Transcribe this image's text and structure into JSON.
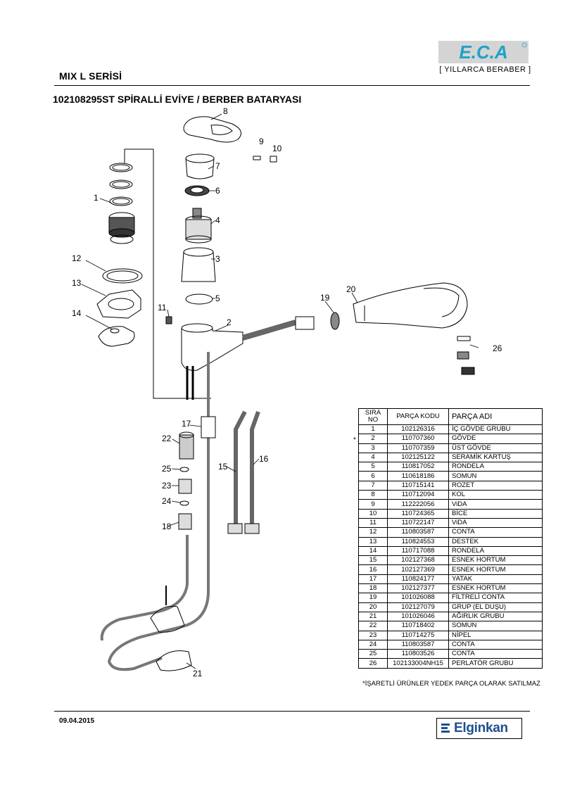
{
  "header": {
    "series": "MIX L SERİSİ",
    "title": "102108295ST SPİRALLİ EVİYE / BERBER BATARYASI",
    "brand_logo": "E.C.A",
    "brand_slogan": "[ YILLARCA BERABER ]"
  },
  "footer": {
    "date": "09.04.2015",
    "dealer_logo": "Elginkan"
  },
  "callouts": [
    "1",
    "2",
    "3",
    "4",
    "5",
    "6",
    "7",
    "8",
    "9",
    "10",
    "11",
    "12",
    "13",
    "14",
    "15",
    "16",
    "17",
    "18",
    "19",
    "20",
    "21",
    "22",
    "23",
    "24",
    "25",
    "26"
  ],
  "table": {
    "headers": {
      "no": "SIRA NO",
      "code": "PARÇA KODU",
      "name": "PARÇA ADI"
    },
    "rows": [
      {
        "no": "1",
        "code": "102126316",
        "name": "İÇ GÖVDE GRUBU",
        "star": ""
      },
      {
        "no": "2",
        "code": "110707360",
        "name": "GÖVDE",
        "star": "*"
      },
      {
        "no": "3",
        "code": "110707359",
        "name": "ÜST GÖVDE",
        "star": ""
      },
      {
        "no": "4",
        "code": "102125122",
        "name": "SERAMİK KARTUŞ",
        "star": ""
      },
      {
        "no": "5",
        "code": "110817052",
        "name": "RONDELA",
        "star": ""
      },
      {
        "no": "6",
        "code": "110618186",
        "name": "SOMUN",
        "star": ""
      },
      {
        "no": "7",
        "code": "110715141",
        "name": "ROZET",
        "star": ""
      },
      {
        "no": "8",
        "code": "110712094",
        "name": "KOL",
        "star": ""
      },
      {
        "no": "9",
        "code": "112222056",
        "name": "ViDA",
        "star": ""
      },
      {
        "no": "10",
        "code": "110724365",
        "name": "BİCE",
        "star": ""
      },
      {
        "no": "11",
        "code": "110722147",
        "name": "ViDA",
        "star": ""
      },
      {
        "no": "12",
        "code": "110803587",
        "name": "CONTA",
        "star": ""
      },
      {
        "no": "13",
        "code": "110824553",
        "name": "DESTEK",
        "star": ""
      },
      {
        "no": "14",
        "code": "110717088",
        "name": "RONDELA",
        "star": ""
      },
      {
        "no": "15",
        "code": "102127368",
        "name": "ESNEK HORTUM",
        "star": ""
      },
      {
        "no": "16",
        "code": "102127369",
        "name": "ESNEK HORTUM",
        "star": ""
      },
      {
        "no": "17",
        "code": "110824177",
        "name": "YATAK",
        "star": ""
      },
      {
        "no": "18",
        "code": "102127377",
        "name": "ESNEK HORTUM",
        "star": ""
      },
      {
        "no": "19",
        "code": "101026088",
        "name": "FİLTRELİ CONTA",
        "star": ""
      },
      {
        "no": "20",
        "code": "102127079",
        "name": "GRUP (EL DUŞU)",
        "star": ""
      },
      {
        "no": "21",
        "code": "101026046",
        "name": "AĞIRLIK GRUBU",
        "star": ""
      },
      {
        "no": "22",
        "code": "110718402",
        "name": "SOMUN",
        "star": ""
      },
      {
        "no": "23",
        "code": "110714275",
        "name": "NİPEL",
        "star": ""
      },
      {
        "no": "24",
        "code": "110803587",
        "name": "CONTA",
        "star": ""
      },
      {
        "no": "25",
        "code": "110803526",
        "name": "CONTA",
        "star": ""
      },
      {
        "no": "26",
        "code": "102133004NH15",
        "name": "PERLATÖR GRUBU",
        "star": ""
      }
    ],
    "note": "*İŞARETLİ ÜRÜNLER YEDEK PARÇA OLARAK SATILMAZ"
  },
  "colors": {
    "brand_blue": "#1aa3c8",
    "dealer_blue": "#1f4f8e",
    "logo_bg": "#d4d4d4"
  }
}
